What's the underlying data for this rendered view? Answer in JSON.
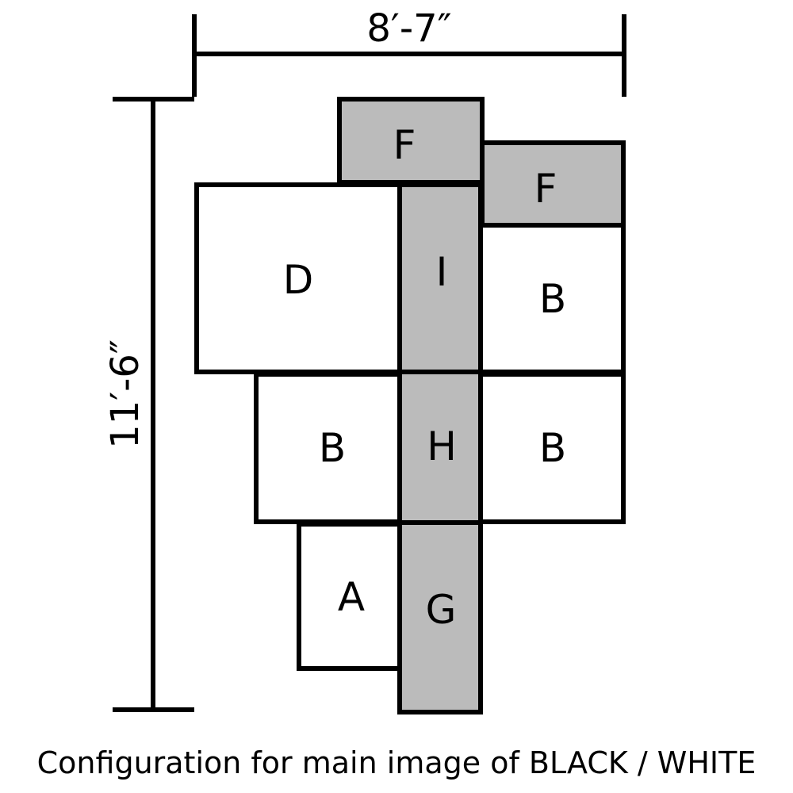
{
  "dimensions": {
    "width_label": "8′-7″",
    "height_label": "11′-6″"
  },
  "panels": [
    {
      "id": "D",
      "label": "D",
      "shade": "white"
    },
    {
      "id": "F-top",
      "label": "F",
      "shade": "gray"
    },
    {
      "id": "F-right",
      "label": "F",
      "shade": "gray"
    },
    {
      "id": "I",
      "label": "I",
      "shade": "gray"
    },
    {
      "id": "B-upper-right",
      "label": "B",
      "shade": "white"
    },
    {
      "id": "B-middle-left",
      "label": "B",
      "shade": "white"
    },
    {
      "id": "H",
      "label": "H",
      "shade": "gray"
    },
    {
      "id": "B-middle-right",
      "label": "B",
      "shade": "white"
    },
    {
      "id": "A",
      "label": "A",
      "shade": "white"
    },
    {
      "id": "G",
      "label": "G",
      "shade": "gray"
    }
  ],
  "colors": {
    "gray_fill": "#bbbbbb",
    "white_fill": "#ffffff",
    "stroke": "#000000"
  },
  "caption": "Configuration for main image of BLACK / WHITE"
}
